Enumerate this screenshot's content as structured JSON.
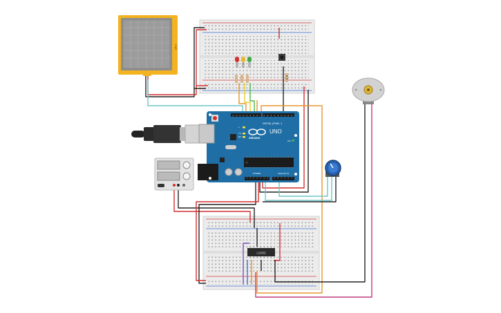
{
  "arduino": {
    "brand": "ARDUINO",
    "model": "UNO",
    "header_top": "DIGITAL (PWM ~)",
    "header_power": "POWER",
    "header_analog": "ANALOG IN",
    "pin_on": "ON",
    "pin_tx": "TX",
    "pin_rx": "RX",
    "pin_l": "L",
    "pin_aref": "AREF",
    "pin_gnd": "GND"
  },
  "ic": {
    "label": "L293D"
  },
  "colors": {
    "board_blue": "#1f6fa6",
    "breadboard": "#e9e9e9",
    "rail_red": "#d23b3b",
    "rail_blue": "#3b6fd2",
    "wire_red": "#d32f2f",
    "wire_black": "#222222",
    "wire_orange": "#e8952b",
    "wire_yellow": "#e6cf2a",
    "wire_green": "#49b649",
    "wire_teal": "#6cc6c8",
    "wire_magenta": "#c2387e",
    "wire_purple": "#7b4fbf",
    "wire_blue": "#3a6fdc",
    "sensor_frame": "#f3b21f",
    "pot_knob": "#2563b0"
  },
  "leds": [
    "red",
    "yellow",
    "green"
  ],
  "icons": [
    "usb-cable",
    "barrel-jack",
    "dc-motor",
    "potentiometer",
    "pushbutton",
    "power-supply",
    "force-sensor"
  ]
}
